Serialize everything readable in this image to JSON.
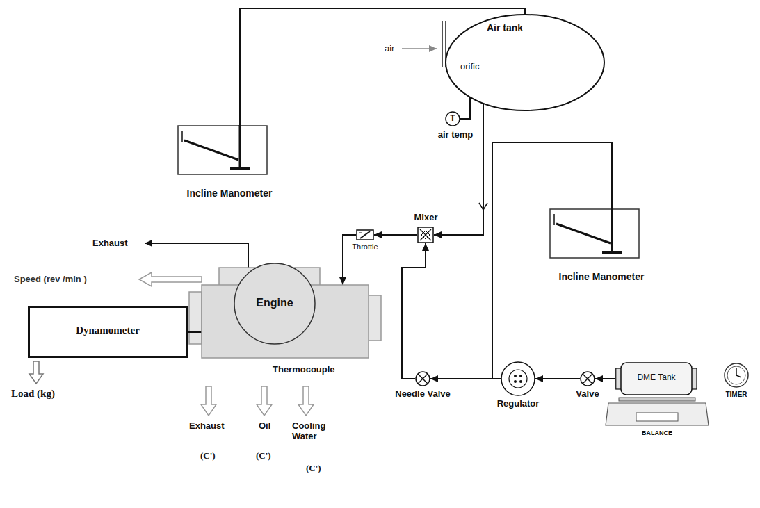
{
  "diagram": {
    "nodes": [
      {
        "text": [
          "Air tank",
          "orific"
        ]
      },
      {
        "text": [
          "Incline Manometer"
        ]
      },
      {
        "text": [
          "Incline Manometer"
        ]
      },
      {
        "text": [
          "Mixer"
        ]
      },
      {
        "text": [
          "Throttle"
        ]
      },
      {
        "text": [
          "Engine"
        ]
      },
      {
        "text": [
          "Dynamometer"
        ]
      },
      {
        "text": [
          "Needle Valve"
        ]
      },
      {
        "text": [
          "Regulator"
        ]
      },
      {
        "text": [
          "Valve"
        ]
      },
      {
        "text": [
          "DME Tank"
        ]
      },
      {
        "text": [
          "BALANCE"
        ]
      },
      {
        "text": [
          "TIMER"
        ]
      },
      {
        "text": [
          "T",
          "air temp"
        ]
      }
    ],
    "edges": [
      {
        "from": 1,
        "to": 0,
        "arrow": "none"
      },
      {
        "from": 0,
        "to": 13,
        "arrow": "none"
      },
      {
        "from": 0,
        "to": 3,
        "arrow": "to"
      },
      {
        "from": 10,
        "to": 9,
        "arrow": "to"
      },
      {
        "from": 9,
        "to": 8,
        "arrow": "to"
      },
      {
        "from": 8,
        "to": 7,
        "arrow": "to"
      },
      {
        "from": 7,
        "to": 3,
        "arrow": "to"
      },
      {
        "from": 3,
        "to": 4,
        "arrow": "to"
      },
      {
        "from": 4,
        "to": 5,
        "arrow": "to"
      },
      {
        "from": 5,
        "to": 6,
        "arrow": "none"
      }
    ],
    "labels": [
      "air",
      "Exhaust",
      "Speed (rev /min )",
      "Load (kg)",
      "Thermocouple",
      "Exhaust",
      "Oil",
      "Cooling Water",
      "(C')",
      "(C')",
      "(C')"
    ]
  }
}
